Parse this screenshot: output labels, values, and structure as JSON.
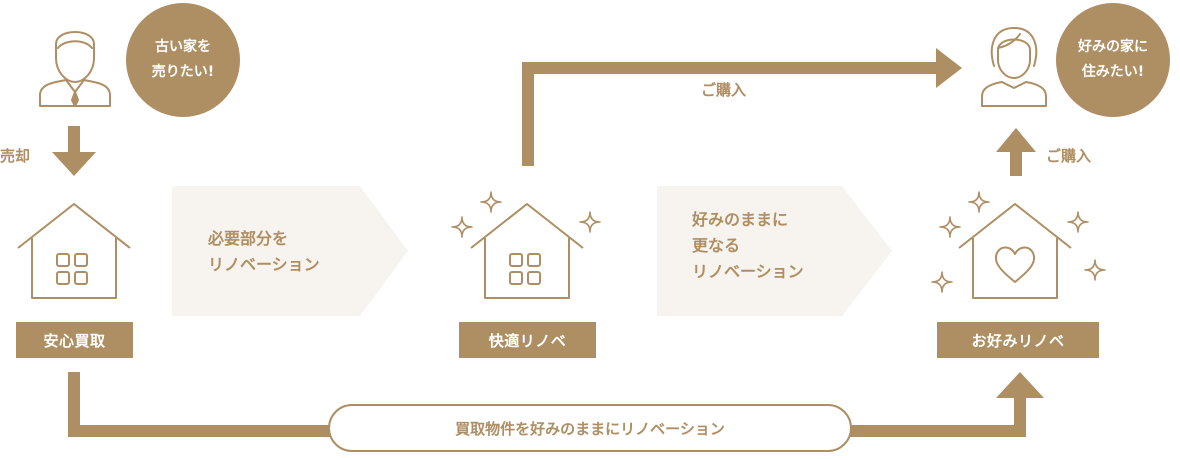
{
  "seller": {
    "bubble_line1": "古い家を",
    "bubble_line2": "売りたい!",
    "sell_label": "売却"
  },
  "buyer": {
    "bubble_line1": "好みの家に",
    "bubble_line2": "住みたい!",
    "purchase_label": "ご購入"
  },
  "top_route": {
    "label": "ご購入"
  },
  "step1": {
    "tag": "安心買取"
  },
  "arrow1": {
    "line1": "必要部分を",
    "line2": "リノベーション"
  },
  "step2": {
    "tag": "快適リノベ"
  },
  "arrow2": {
    "line1": "好みのままに",
    "line2": "更なる",
    "line3": "リノベーション"
  },
  "step3": {
    "tag": "お好みリノベ"
  },
  "bottom_route": {
    "label": "買取物件を好みのままにリノベーション"
  },
  "colors": {
    "accent": "#ae8e63",
    "panel": "#f7f4ef",
    "bubble_text": "#ffffff"
  }
}
